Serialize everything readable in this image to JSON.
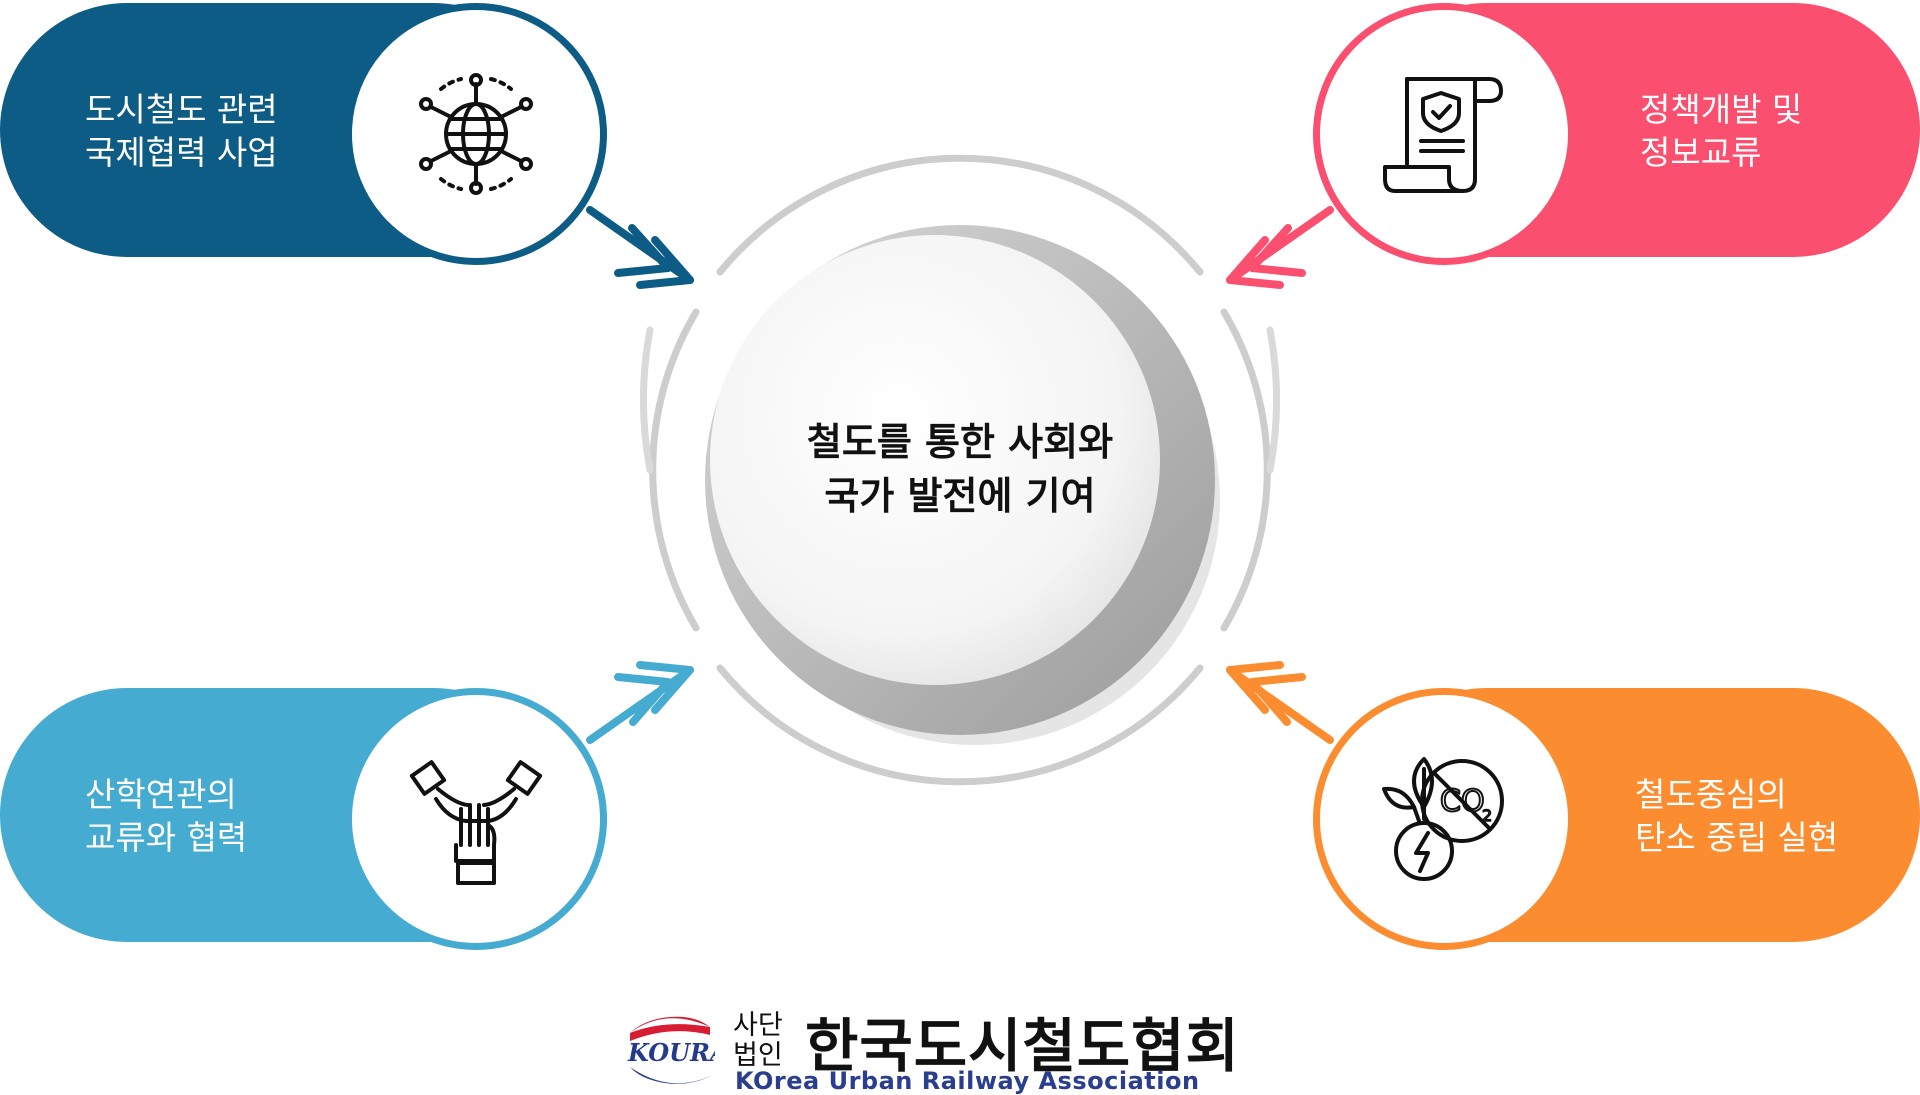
{
  "center": {
    "title": "철도를 통한 사회와\n국가 발전에 기여"
  },
  "items": [
    {
      "label": "도시철도 관련\n국제협력 사업",
      "color": "#0c5c86",
      "icon": "globe-network-icon"
    },
    {
      "label": "정책개발 및\n정보교류",
      "color": "#fa4f6e",
      "icon": "policy-document-icon"
    },
    {
      "label": "산학연관의\n교류와 협력",
      "color": "#45abd0",
      "icon": "hands-together-icon"
    },
    {
      "label": "철도중심의\n탄소 중립 실현",
      "color": "#fb8c30",
      "icon": "co2-neutral-icon"
    }
  ],
  "logo": {
    "mark": "KOURA",
    "prefix_top": "사단",
    "prefix_bottom": "법인",
    "name": "한국도시철도협회",
    "english": "KOrea Urban Railway Association"
  }
}
